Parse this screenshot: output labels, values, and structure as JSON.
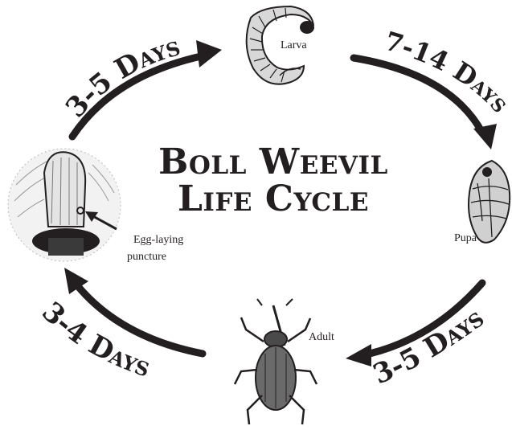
{
  "title": {
    "line1": "Boll Weevil",
    "line2": "Life Cycle"
  },
  "stages": {
    "larva": "Larva",
    "pupa": "Pupa",
    "adult": "Adult",
    "egg_line1": "Egg-laying",
    "egg_line2": "puncture"
  },
  "durations": {
    "egg_to_larva": "3-5 Days",
    "larva_to_pupa": "7-14 Days",
    "pupa_to_adult": "3-5 Days",
    "adult_to_egg": "3-4 Days"
  },
  "colors": {
    "ink": "#231f20",
    "background": "#ffffff"
  }
}
